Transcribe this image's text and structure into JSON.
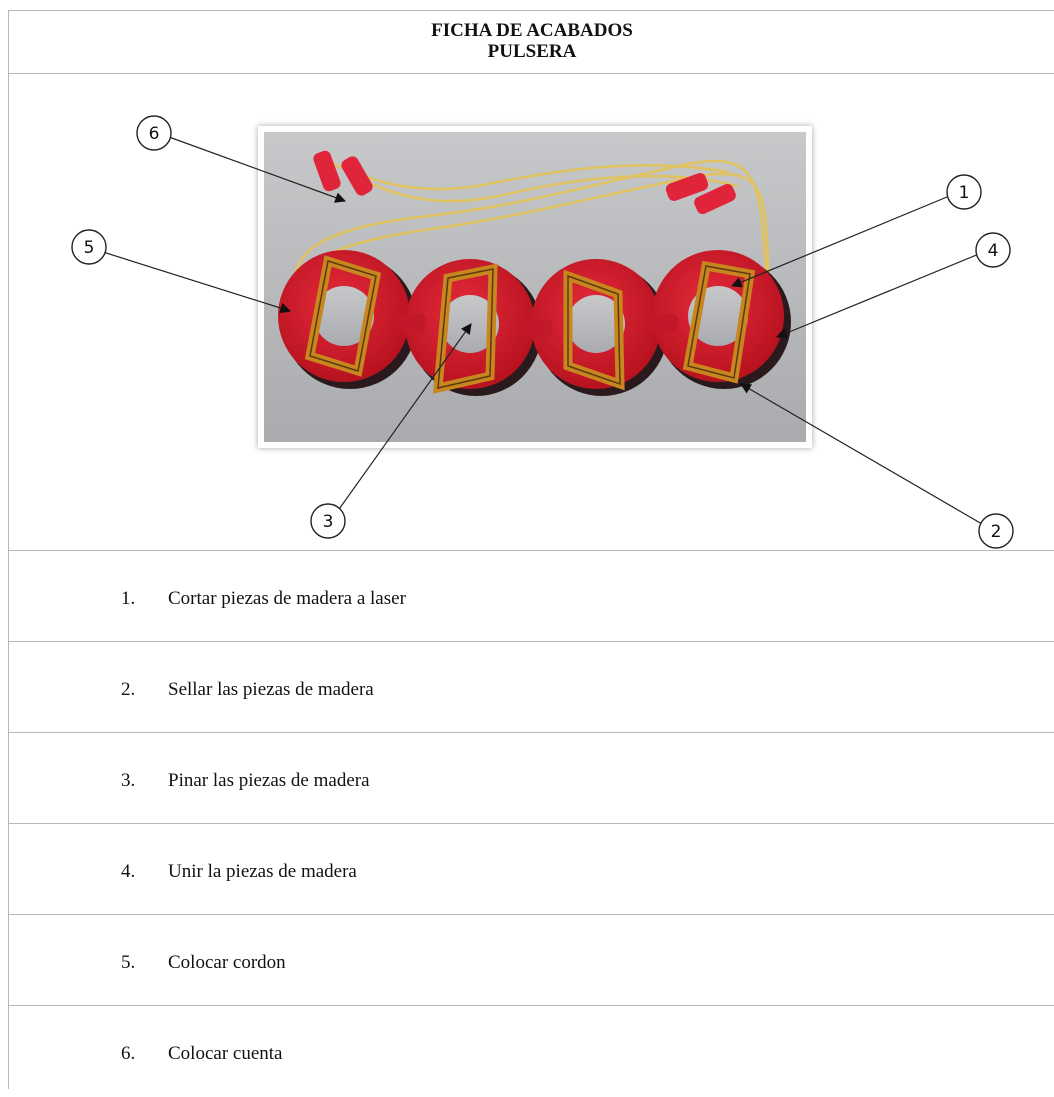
{
  "header": {
    "title_line1": "FICHA DE ACABADOS",
    "title_line2": "PULSERA"
  },
  "figure": {
    "callouts": [
      "1",
      "2",
      "3",
      "4",
      "5",
      "6"
    ],
    "colors": {
      "background": "#b7b9bb",
      "ring": "#d51e30",
      "wood": "#c8861e",
      "cord": "#e1c261",
      "bead": "#e0243a"
    }
  },
  "steps": [
    {
      "number": "1.",
      "text": "Cortar piezas de madera a laser"
    },
    {
      "number": "2.",
      "text": "Sellar las piezas de madera"
    },
    {
      "number": "3.",
      "text": "Pinar las piezas de madera"
    },
    {
      "number": "4.",
      "text": "Unir la piezas de madera"
    },
    {
      "number": "5.",
      "text": "Colocar cordon"
    },
    {
      "number": "6.",
      "text": "Colocar cuenta"
    }
  ]
}
